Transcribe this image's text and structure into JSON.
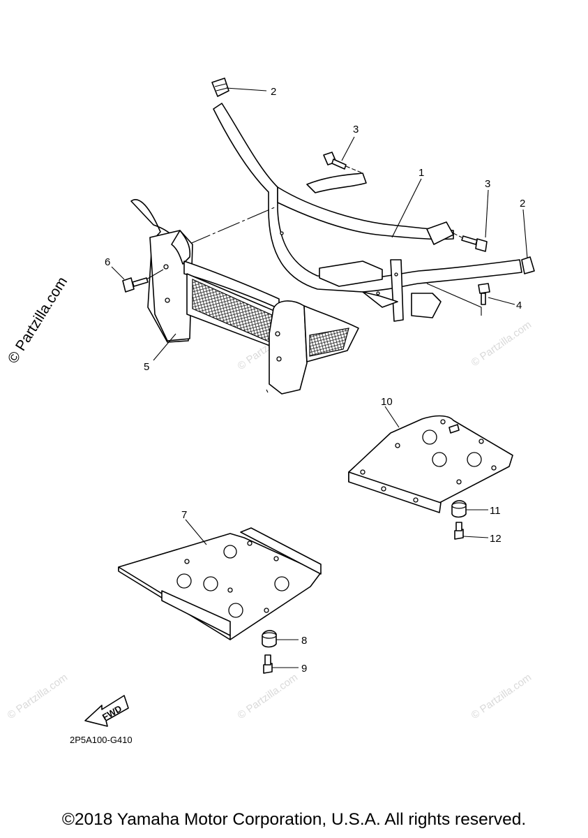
{
  "diagram": {
    "callouts": {
      "c1": "1",
      "c2a": "2",
      "c2b": "2",
      "c3a": "3",
      "c3b": "3",
      "c4": "4",
      "c5": "5",
      "c6": "6",
      "c7": "7",
      "c8": "8",
      "c9": "9",
      "c10": "10",
      "c11": "11",
      "c12": "12"
    },
    "fwd_label": "FWD",
    "diagram_code": "2P5A100-G410",
    "side_watermark": "© Partzilla.com",
    "watermark_text": "© Partzilla.com"
  },
  "footer": {
    "copyright": "©2018 Yamaha Motor Corporation, U.S.A. All rights reserved."
  },
  "colors": {
    "line": "#000000",
    "background": "#ffffff",
    "watermark": "#d9d9d9"
  }
}
